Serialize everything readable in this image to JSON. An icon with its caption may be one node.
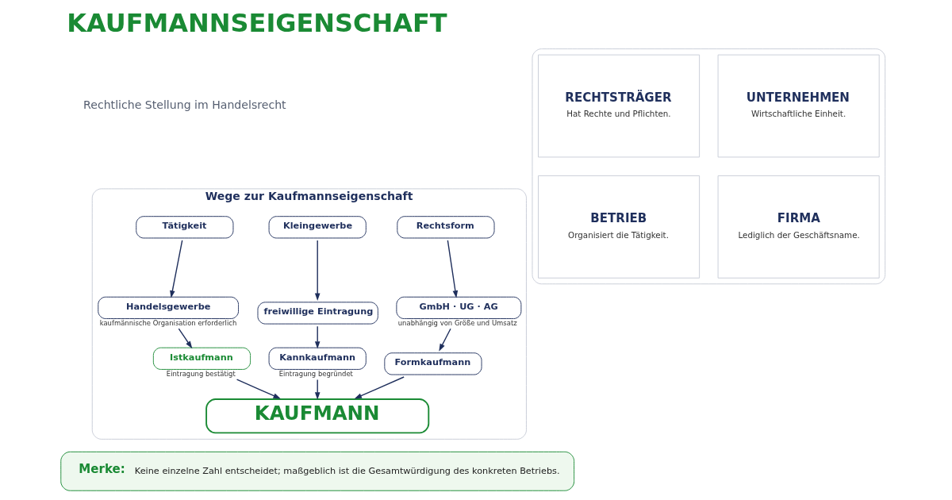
{
  "diagram": {
    "title": "KAUFMANNSEIGENSCHAFT",
    "nodes": [
      {
        "text": [
          "Wege zur Kaufmannseigenschaft"
        ]
      },
      {
        "text": [
          "Tätigkeit"
        ],
        "in": 0
      },
      {
        "text": [
          "Kleingewerbe"
        ],
        "in": 0
      },
      {
        "text": [
          "Rechtsform"
        ],
        "in": 0
      },
      {
        "text": [
          "Handelsgewerbe"
        ],
        "in": 0,
        "beside": [
          "kaufmännische Organisation erforderlich"
        ]
      },
      {
        "text": [
          "freiwillige Eintragung"
        ],
        "in": 0
      },
      {
        "text": [
          "GmbH · UG · AG"
        ],
        "in": 0,
        "beside": [
          "unabhängig von Größe und Umsatz"
        ]
      },
      {
        "text": [
          "Istkaufmann"
        ],
        "in": 0,
        "beside": [
          "Eintragung bestätigt"
        ]
      },
      {
        "text": [
          "Kannkaufmann"
        ],
        "in": 0,
        "beside": [
          "Eintragung begründet"
        ]
      },
      {
        "text": [
          "Formkaufmann"
        ],
        "in": 0
      },
      {
        "text": [
          "KAUFMANN"
        ],
        "in": 0
      },
      {
        "text": [],
        "shape": "box"
      },
      {
        "text": [
          "RECHTSTRÄGER",
          "Hat Rechte und Pflichten."
        ],
        "in": 11
      },
      {
        "text": [
          "UNTERNEHMEN",
          "Wirtschaftliche Einheit."
        ],
        "in": 11
      },
      {
        "text": [
          "BETRIEB",
          "Organisiert die Tätigkeit."
        ],
        "in": 11
      },
      {
        "text": [
          "FIRMA",
          "Lediglich der Geschäftsname."
        ],
        "in": 11
      },
      {
        "text": [
          "Merke:",
          "Keine einzelne Zahl entscheidet; maßgeblich ist die Gesamtwürdigung des konkreten Betriebs."
        ]
      }
    ],
    "edges": [
      {
        "from": 1,
        "to": 4,
        "arrow": "to"
      },
      {
        "from": 2,
        "to": 5,
        "arrow": "to"
      },
      {
        "from": 3,
        "to": 6,
        "arrow": "to"
      },
      {
        "from": 4,
        "to": 7,
        "arrow": "to"
      },
      {
        "from": 5,
        "to": 8,
        "arrow": "to"
      },
      {
        "from": 6,
        "to": 9,
        "arrow": "to"
      },
      {
        "from": 7,
        "to": 10,
        "arrow": "to"
      },
      {
        "from": 8,
        "to": 10,
        "arrow": "to"
      },
      {
        "from": 9,
        "to": 10,
        "arrow": "to"
      }
    ],
    "labels": [
      "Rechtliche Stellung im Handelsrecht"
    ]
  }
}
